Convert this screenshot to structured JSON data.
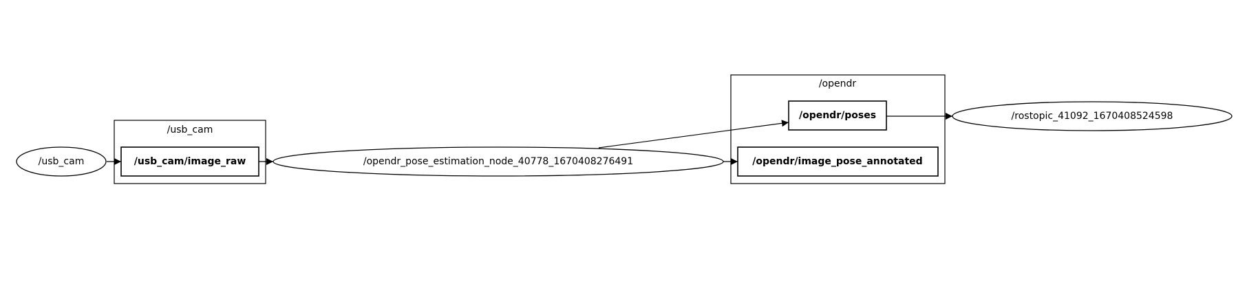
{
  "nodes": {
    "usb_cam_node": "/usb_cam",
    "pose_node": "/opendr_pose_estimation_node_40778_1670408276491",
    "rostopic_node": "/rostopic_41092_1670408524598"
  },
  "topics": {
    "image_raw": "/usb_cam/image_raw",
    "poses": "/opendr/poses",
    "image_pose_annotated": "/opendr/image_pose_annotated"
  },
  "clusters": {
    "usb_cam": "/usb_cam",
    "opendr": "/opendr"
  }
}
